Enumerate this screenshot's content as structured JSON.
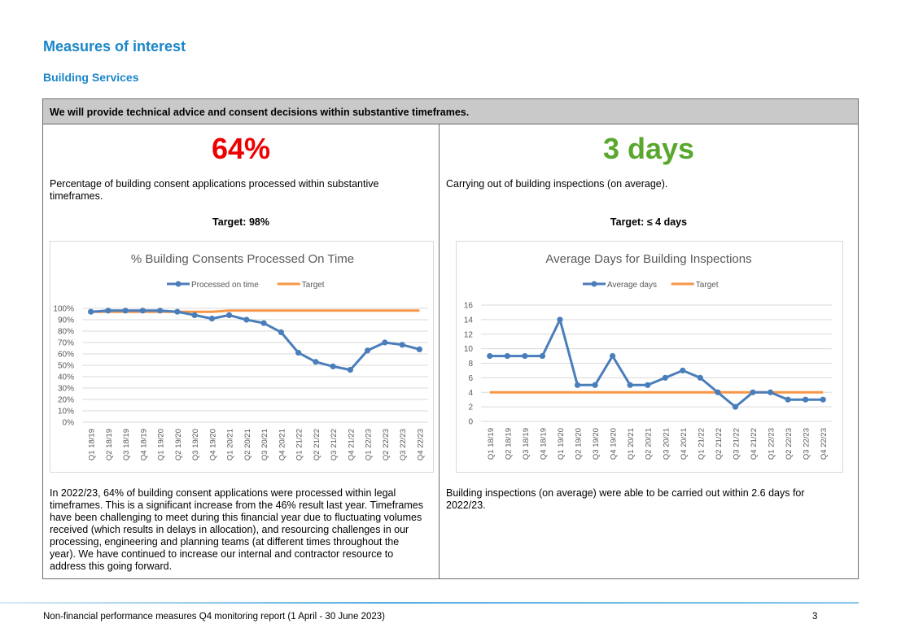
{
  "page": {
    "heading": "Measures of interest",
    "subheading": "Building Services",
    "footer_text": "Non-financial performance measures Q4 monitoring report (1 April - 30 June 2023)",
    "page_number": "3"
  },
  "measure": {
    "statement": "We will provide technical advice and consent decisions within substantive timeframes."
  },
  "left": {
    "big_value": "64%",
    "big_value_color": "#ee0000",
    "description": "Percentage of building consent applications processed within substantive timeframes.",
    "target": "Target: 98%",
    "commentary": "In 2022/23, 64% of building consent applications were processed within legal timeframes. This is a significant increase from the 46% result last year. Timeframes have been challenging to meet during this financial year due to fluctuating volumes received (which results in delays in allocation), and resourcing challenges in our processing, engineering and planning teams (at different times throughout the year). We have continued to increase our internal and contractor resource to address this going forward."
  },
  "right": {
    "big_value": "3 days",
    "big_value_color": "#5aa72e",
    "description": "Carrying out of building inspections (on average).",
    "target": "Target: ≤ 4 days",
    "commentary": "Building inspections (on average) were able to be carried out within 2.6 days for 2022/23."
  },
  "chart_data": [
    {
      "type": "line",
      "title": "% Building Consents Processed On Time",
      "categories": [
        "Q1 18/19",
        "Q2 18/19",
        "Q3 18/19",
        "Q4 18/19",
        "Q1 19/20",
        "Q2 19/20",
        "Q3 19/20",
        "Q4 19/20",
        "Q1 20/21",
        "Q2 20/21",
        "Q3 20/21",
        "Q4 20/21",
        "Q1 21/22",
        "Q2 21/22",
        "Q3 21/22",
        "Q4 21/22",
        "Q1 22/23",
        "Q2 22/23",
        "Q3 22/23",
        "Q4 22/23"
      ],
      "series": [
        {
          "name": "Processed on time",
          "color": "#4a7ebb",
          "markers": true,
          "values": [
            97,
            98,
            98,
            98,
            98,
            97,
            94,
            91,
            94,
            90,
            87,
            79,
            61,
            53,
            49,
            46,
            63,
            70,
            68,
            64
          ]
        },
        {
          "name": "Target",
          "color": "#f79646",
          "markers": false,
          "values": [
            97,
            97,
            97,
            97,
            97,
            97,
            97,
            97,
            98,
            98,
            98,
            98,
            98,
            98,
            98,
            98,
            98,
            98,
            98,
            98
          ]
        }
      ],
      "ylim": [
        0,
        100
      ],
      "y_ticks": [
        "0%",
        "10%",
        "20%",
        "30%",
        "40%",
        "50%",
        "60%",
        "70%",
        "80%",
        "90%",
        "100%"
      ],
      "grid": true,
      "legend": "top"
    },
    {
      "type": "line",
      "title": "Average Days for Building Inspections",
      "categories": [
        "Q1 18/19",
        "Q2 18/19",
        "Q3 18/19",
        "Q4 18/19",
        "Q1 19/20",
        "Q2 19/20",
        "Q3 19/20",
        "Q4 19/20",
        "Q1 20/21",
        "Q2 20/21",
        "Q3 20/21",
        "Q4 20/21",
        "Q1 21/22",
        "Q2 21/22",
        "Q3 21/22",
        "Q4 21/22",
        "Q1 22/23",
        "Q2 22/23",
        "Q3 22/23",
        "Q4 22/23"
      ],
      "series": [
        {
          "name": "Average days",
          "color": "#4a7ebb",
          "markers": true,
          "values": [
            9,
            9,
            9,
            9,
            14,
            5,
            5,
            9,
            5,
            5,
            6,
            7,
            6,
            4,
            2,
            4,
            4,
            3,
            3,
            3
          ]
        },
        {
          "name": "Target",
          "color": "#f79646",
          "markers": false,
          "values": [
            4,
            4,
            4,
            4,
            4,
            4,
            4,
            4,
            4,
            4,
            4,
            4,
            4,
            4,
            4,
            4,
            4,
            4,
            4,
            4
          ]
        }
      ],
      "ylim": [
        0,
        16
      ],
      "y_ticks": [
        "0",
        "2",
        "4",
        "6",
        "8",
        "10",
        "12",
        "14",
        "16"
      ],
      "grid": true,
      "legend": "top"
    }
  ]
}
